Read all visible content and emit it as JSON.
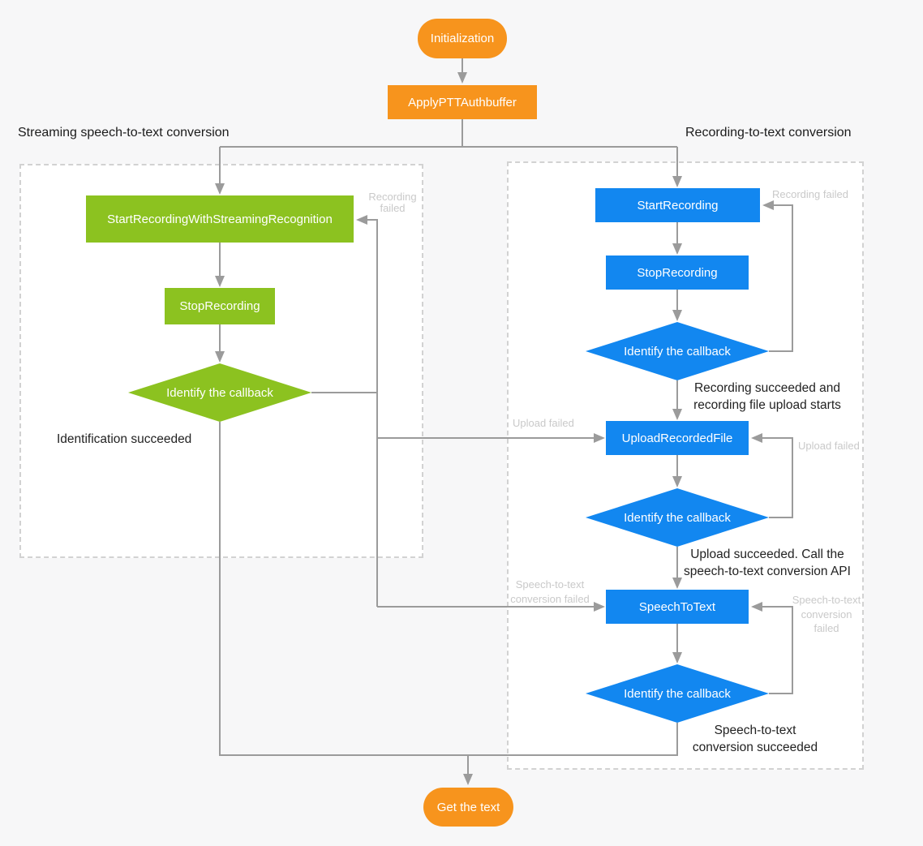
{
  "colors": {
    "background": "#F7F7F8",
    "panel_fill": "#FFFFFF",
    "panel_border": "#D2D2D2",
    "orange": "#F7941D",
    "green": "#8CC220",
    "blue": "#1287F0",
    "connector": "#9B9B9B",
    "muted_label": "#C9C9C9",
    "text": "#222222"
  },
  "top": {
    "initialization": "Initialization",
    "apply_ptt_authbuffer": "ApplyPTTAuthbuffer"
  },
  "end": {
    "get_the_text": "Get the text"
  },
  "streaming": {
    "title": "Streaming speech-to-text conversion",
    "nodes": {
      "start": "StartRecordingWithStreamingRecognition",
      "stop": "StopRecording",
      "identify": "Identify the callback"
    },
    "labels": {
      "recording_failed": [
        "Recording",
        "failed"
      ],
      "identification_succeeded": "Identification succeeded",
      "upload_failed": "Upload failed",
      "stt_failed": [
        "Speech-to-text",
        "conversion failed"
      ]
    }
  },
  "recording": {
    "title": "Recording-to-text conversion",
    "nodes": {
      "start": "StartRecording",
      "stop": "StopRecording",
      "identify1": "Identify the callback",
      "upload": "UploadRecordedFile",
      "identify2": "Identify the callback",
      "speech_to_text": "SpeechToText",
      "identify3": "Identify the callback"
    },
    "labels": {
      "recording_failed": "Recording failed",
      "upload_failed": "Upload failed",
      "stt_failed": [
        "Speech-to-text",
        "conversion",
        "failed"
      ],
      "recording_succeeded": [
        "Recording succeeded and",
        "recording file upload starts"
      ],
      "upload_succeeded": [
        "Upload succeeded. Call the",
        "speech-to-text conversion API"
      ],
      "stt_succeeded": [
        "Speech-to-text",
        "conversion succeeded"
      ]
    }
  }
}
